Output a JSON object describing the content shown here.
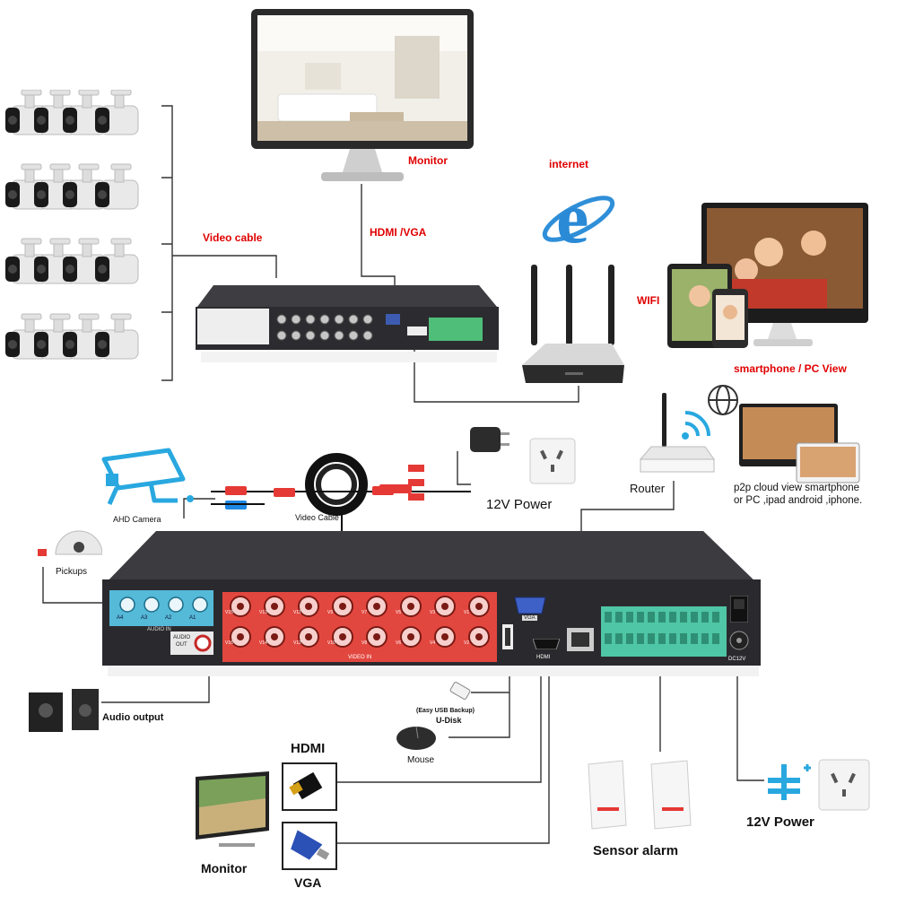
{
  "top": {
    "monitor": "Monitor",
    "internet": "internet",
    "video_cable": "Video cable",
    "hdmi_vga": "HDMI /VGA",
    "wifi": "WIFI",
    "smartphone_pc": "smartphone / PC View"
  },
  "bottom": {
    "ahd_camera": "AHD Camera",
    "video_cable": "Video Cable",
    "power_12v_top": "12V Power",
    "router": "Router",
    "p2p_line1": "p2p cloud view smartphone",
    "p2p_line2": "or PC ,ipad android ,iphone.",
    "pickups": "Pickups",
    "audio_output": "Audio output",
    "easy_usb": "(Easy USB Backup)",
    "u_disk": "U-Disk",
    "mouse": "Mouse",
    "hdmi": "HDMI",
    "vga": "VGA",
    "monitor": "Monitor",
    "sensor_alarm": "Sensor alarm",
    "power_12v_bottom": "12V Power"
  },
  "panel": {
    "audio_in": "AUDIO  IN",
    "audio_out_1": "AUDIO",
    "audio_out_2": "OUT",
    "video_in": "VIDEO   IN",
    "vga_port": "VGA",
    "hdmi_port": "HDMI",
    "dc12v": "DC12V",
    "audio_channels": [
      "A4",
      "A3",
      "A2",
      "A1"
    ],
    "video_top": [
      "V15",
      "V13",
      "V11",
      "V9",
      "V7",
      "V5",
      "V3",
      "V1"
    ],
    "video_bottom": [
      "V16",
      "V14",
      "V12",
      "V10",
      "V8",
      "V6",
      "V4",
      "V2"
    ]
  },
  "colors": {
    "label_red": "#e00000",
    "audio_panel": "#55b9d8",
    "video_panel": "#e2473f",
    "alarm_terminals": "#4fc6a6",
    "device_body": "#3a3a3e"
  }
}
